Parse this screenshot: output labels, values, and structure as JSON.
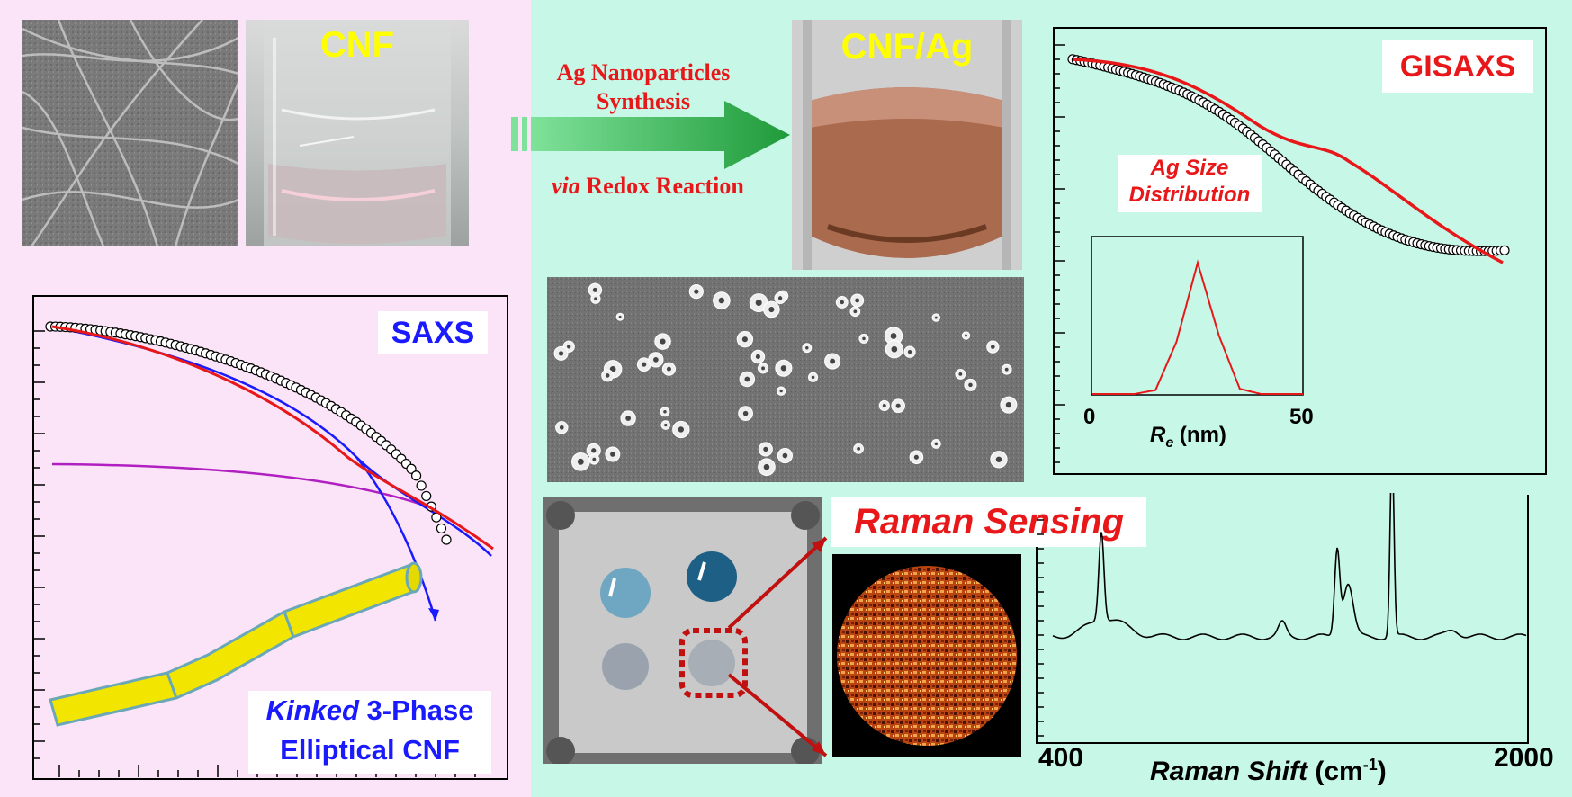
{
  "photos": {
    "cnf_label": "CNF",
    "cnf_ag_label": "CNF/Ag"
  },
  "arrow": {
    "line1": "Ag Nanoparticles",
    "line2": "Synthesis",
    "line3_italic": "via",
    "line3_rest": " Redox Reaction"
  },
  "saxs": {
    "title": "SAXS",
    "model_line1_italic": "Kinked",
    "model_line1_rest": " 3-Phase",
    "model_line2": "Elliptical CNF"
  },
  "gisaxs": {
    "title": "GISAXS",
    "inset_title_line1": "Ag Size",
    "inset_title_line2": "Distribution",
    "inset_x_min": "0",
    "inset_x_max": "50",
    "inset_xlabel_var": "R",
    "inset_xlabel_sub": "e",
    "inset_xlabel_unit": " (nm)"
  },
  "raman": {
    "title": "Raman Sensing",
    "x_min": "400",
    "x_max": "2000",
    "xlabel_main": "Raman Shift",
    "xlabel_unit": " (cm",
    "xlabel_sup": "-1",
    "xlabel_close": ")"
  },
  "colors": {
    "arrow_green": "#1f9a3a",
    "label_yellow": "#ffff00",
    "fit_red": "#e8181a",
    "saxs_blue": "#1a1aff",
    "magenta": "#b020c0",
    "rod_yellow": "#f2e600"
  },
  "chart_data": [
    {
      "type": "line",
      "title": "SAXS",
      "series": [
        {
          "values": []
        }
      ]
    },
    {
      "type": "line",
      "title": "GISAXS",
      "series": [
        {
          "values": []
        }
      ]
    },
    {
      "type": "line",
      "title": "Ag Size Distribution",
      "xlabel": "Re (nm)",
      "xlim": [
        0,
        50
      ],
      "x": [
        0,
        10,
        15,
        20,
        25,
        30,
        35,
        40,
        50
      ],
      "series": [
        {
          "values": [
            0,
            0,
            0.03,
            0.4,
            1.0,
            0.45,
            0.04,
            0,
            0
          ]
        }
      ]
    },
    {
      "type": "line",
      "xlabel": "Raman Shift (cm-1)",
      "xlim": [
        400,
        2000
      ],
      "series": [
        {
          "values": []
        }
      ]
    }
  ]
}
